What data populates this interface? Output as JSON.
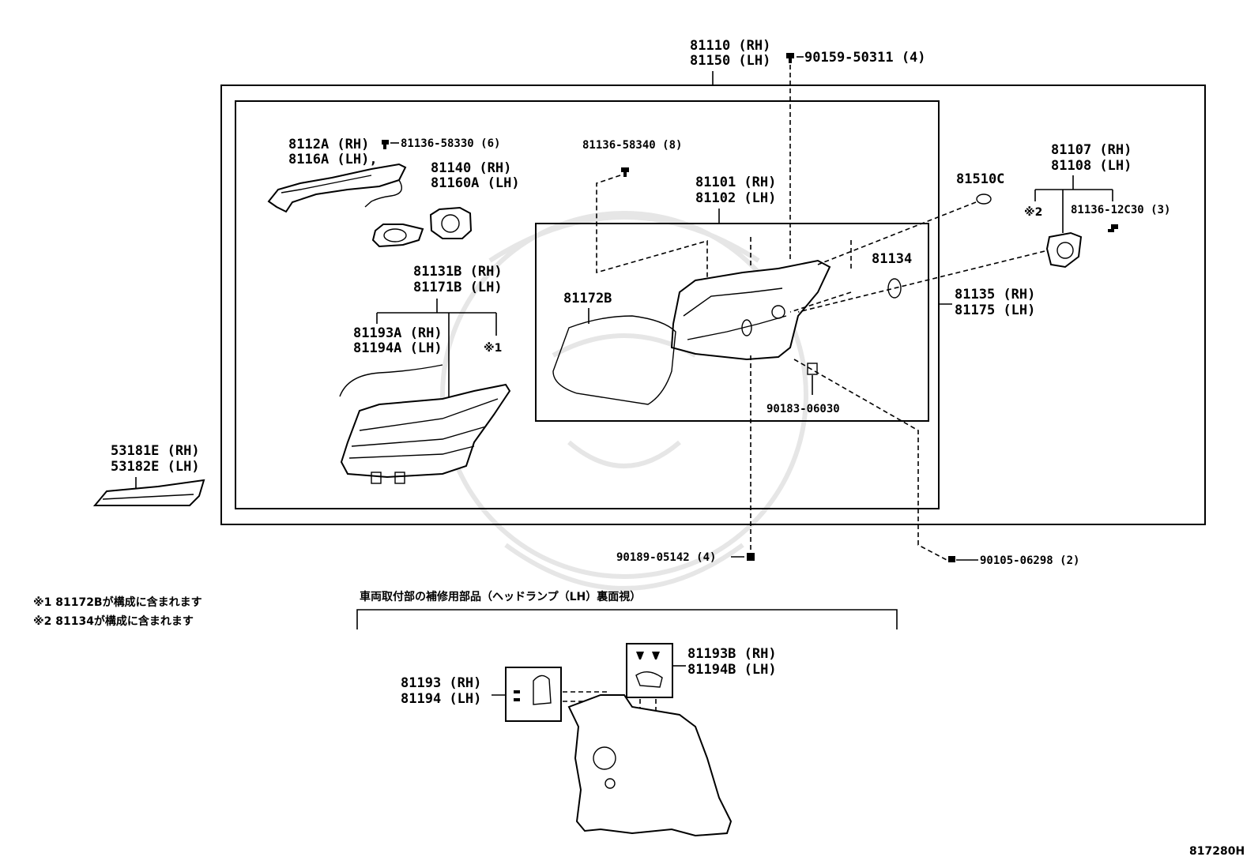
{
  "labels": {
    "assembly_rh": "81110 (RH)",
    "assembly_lh": "81150 (LH)",
    "screw_top": "90159-50311 (4)",
    "ring_rh": "8112A (RH)",
    "ring_lh": "8116A (LH),",
    "screw_ring": "81136-58330 (6)",
    "unit_rh": "81140 (RH)",
    "unit_lh": "81160A (LH)",
    "screw_8": "81136-58340 (8)",
    "housing_rh": "81101 (RH)",
    "housing_lh": "81102 (LH)",
    "cap": "81510C",
    "actuator_rh": "81107 (RH)",
    "actuator_lh": "81108 (LH)",
    "note_mark_2": "※2",
    "screw_3": "81136-12C30 (3)",
    "oring": "81134",
    "lens_rh": "81131B (RH)",
    "lens_lh": "81171B (LH)",
    "gasket": "81172B",
    "inner_frame_rh": "81135 (RH)",
    "inner_frame_lh": "81175 (LH)",
    "seal_rh": "81193A (RH)",
    "seal_lh": "81194A (LH)",
    "note_mark_1": "※1",
    "nut": "90183-06030",
    "bracket_rh": "53181E (RH)",
    "bracket_lh": "53182E (LH)",
    "screw_bottom": "90189-05142 (4)",
    "screw_right": "90105-06298 (2)",
    "bracket_kit_rh": "81193 (RH)",
    "bracket_kit_lh": "81194 (LH)",
    "repair_rh": "81193B (RH)",
    "repair_lh": "81194B (LH)",
    "code": "817280H"
  },
  "notes": {
    "note1": "※1 81172Bが構成に含まれます",
    "note2": "※2 81134が構成に含まれます",
    "repair_section": "車両取付部の補修用部品（ヘッドランプ（LH）裏面視）"
  }
}
